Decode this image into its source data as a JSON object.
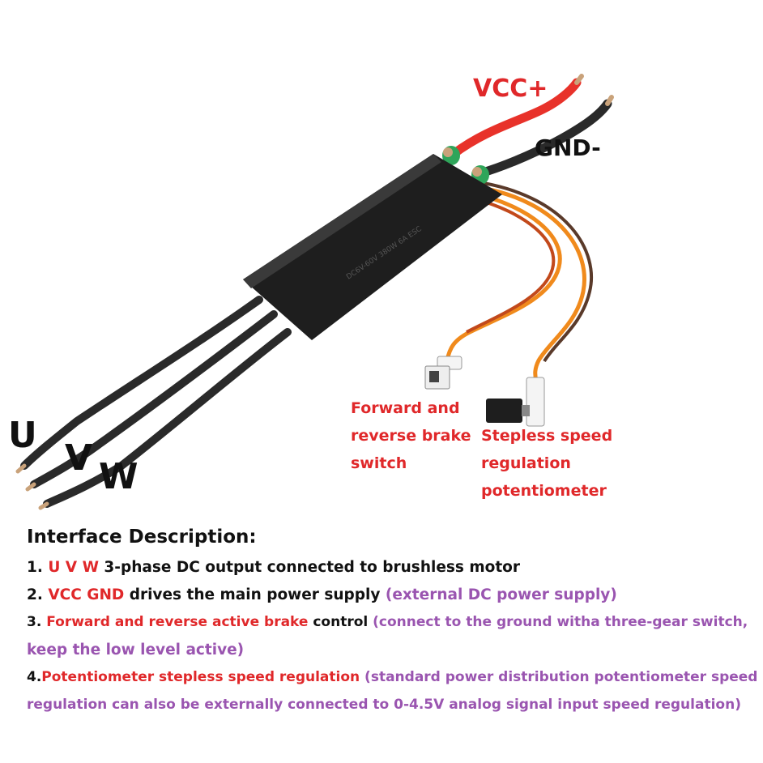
{
  "labels": {
    "vcc": "VCC+",
    "gnd": "GND-",
    "u": "U",
    "v": "V",
    "w": "W",
    "switch_line1": "Forward and",
    "switch_line2": "reverse brake",
    "switch_line3": "switch",
    "pot_line1": "Stepless speed",
    "pot_line2": "regulation",
    "pot_line3": "potentiometer"
  },
  "esc_markings": "DC6V-60V 380W 6A ESC",
  "description": {
    "title": "Interface Description:",
    "item1": {
      "num": "1. ",
      "highlight": "U V W",
      "text": " 3-phase DC output connected to brushless motor"
    },
    "item2": {
      "num": "2. ",
      "highlight": "VCC GND",
      "text": " drives the main power supply ",
      "note": "(external DC power supply)"
    },
    "item3": {
      "num": "3. ",
      "highlight": "Forward and reverse active brake",
      "text": " control ",
      "note_line1": "(connect to the ground witha three-gear switch,",
      "note_line2": "keep the low level active)"
    },
    "item4": {
      "num": "4.",
      "highlight": "Potentiometer stepless speed regulation",
      "note_line1": " (standard power distribution potentiometer speed",
      "note_line2": "regulation can also be externally connected to 0-4.5V analog signal input speed regulation)"
    }
  },
  "colors": {
    "red_text": "#e0282a",
    "purple_text": "#9a55b0",
    "dark_text": "#111111",
    "wire_red": "#e8322a",
    "wire_black": "#2a2a2a",
    "wire_orange": "#f08a1c",
    "connector_green": "#2fa55a"
  }
}
